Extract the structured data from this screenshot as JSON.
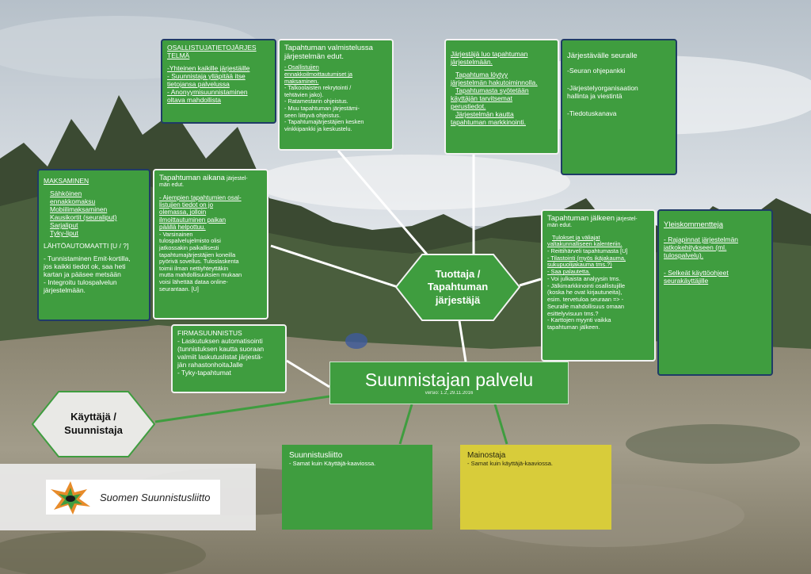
{
  "main": {
    "title": "Suunnistajan palvelu",
    "version": "versio: 1.2, 29.11.2016"
  },
  "hex_producer": {
    "lines": [
      "Tuottaja /",
      "Tapahtuman",
      "järjestäjä"
    ]
  },
  "hex_user": {
    "lines": [
      "Käyttäjä /",
      "Suunnistaja"
    ]
  },
  "osallistuja": {
    "title_lines": [
      "OSALLISTUJATIETOJÄRJES",
      "TELMÄ"
    ],
    "items": [
      "-Yhteinen kaikille järjestäille",
      "- Suunnistaja ylläpitää itse",
      "tietojansa palvelussa",
      "- Anonyymisuunnistaminen",
      "oltava mahdollista"
    ]
  },
  "valmistelu": {
    "title_lines": [
      "Tapahtuman valmistelussa",
      "järjestelmän edut."
    ],
    "items": [
      "- Osallistujien",
      "ennakkoilmoittautumiset ja",
      "maksaminen.",
      "- Talkoolaisten rekrytointi /",
      "tehtävien jako).",
      "- Ratamestarin ohjeistus.",
      "- Muu tapahtuman järjestämi-",
      "seen liittyvä ohjeistus.",
      "- Tapahtumajärjestäjien kesken",
      "vinkkipankki ja keskustelu."
    ]
  },
  "luo": {
    "items": [
      "Järjestäjä luo tapahtuman",
      "järjestelmään.",
      "",
      "Tapahtuma löytyy",
      "järjestelmän hakutoiminnolla.",
      "Tapahtumasta syötetään",
      "käyttäjän tarvitsemat",
      "perustiedot.",
      "Järjestelmän kautta",
      "tapahtuman markkinointi."
    ]
  },
  "seuralle": {
    "title": "Järjestävälle seuralle",
    "items": [
      "-Seuran ohjepankki",
      "",
      "-Järjestelyorganisaation",
      "hallinta ja viestintä",
      "",
      "-Tiedotuskanava"
    ]
  },
  "maksaminen": {
    "title": "MAKSAMINEN",
    "items": [
      "Sähköinen",
      "ennakkomaksu",
      "Mobiilimaksaminen",
      "Kausikortit (seuraliput)",
      "Sarjaliput",
      "Tyky-liput"
    ],
    "title2": "LÄHTÖAUTOMAATTI [U / ?]",
    "items2": [
      "- Tunnistaminen Emit-kortilla,",
      "jos kaikki tiedot ok, saa heti",
      "kartan ja pääsee metsään",
      "- Integroitu tulospalvelun",
      "järjestelmään."
    ]
  },
  "aikana": {
    "title": "Tapahtuman aikana",
    "title_small": "järjestel-",
    "title_small2": "män edut.",
    "items_u": [
      "- Aiempien tapahtumien osal-",
      "listujien tiedot on jo",
      "olemassa, jolloin",
      "ilmoittautuminen paikan",
      "päällä helpottuu."
    ],
    "items": [
      "- Varsinainen",
      "tulospalvelujelmisto olisi",
      "jatkossakin paikallisesti",
      "tapahtumajärjestäjien koneilla",
      "pyörivä sovellus. Tuloslaskenta",
      "toimii ilman nettiyhteyttäkin",
      "mutta mahdollisuuksien mukaan",
      "voisi lähettää dataa online-",
      "seurantaan. [U]"
    ]
  },
  "jalkeen": {
    "title": "Tapahtuman jälkeen",
    "title_small": "järjestel-",
    "title_small2": "män edut.",
    "items": [
      "Tulokset  ja väliajat",
      "valtakunnalliseen kalenteriin.",
      "- Reittihärveli tapahtumasta [U]",
      "- Tilastointi (myös ikäjakauma,",
      "sukupuolijakauma tms.?)",
      "- Saa palautetta.",
      "- Voi julkaista analyysin tms.",
      "- Jälkimarkkinointi osallistujille",
      "(koska he ovat kirjautuneita),",
      "esim. tervetuloa seuraan => -",
      "Seuralle mahdollisuus omaan",
      "esittelyvisuun tms.?",
      "- Karttojen myynti vaikka",
      "tapahtuman jälkeen."
    ]
  },
  "yleis": {
    "title": "Yleiskommentteja",
    "items": [
      "- Rajapinnat järjestelmän",
      "jatkokehitykseen (ml.",
      "tulospalvelu).",
      "",
      "- Selkeät käyttöohjeet",
      "seurakäyttäjille"
    ]
  },
  "firma": {
    "title": "FIRMASUUNNISTUS",
    "items": [
      "- Laskutuksen automatisointi",
      "(tunnistuksen kautta suoraan",
      "valmiit laskutuslistat järjestä-",
      "jän rahastonhoitaJalle",
      "- Tyky-tapahtumat"
    ]
  },
  "liitto": {
    "title": "Suunnistusliitto",
    "note": "- Samat kuin Käyttäjä-kaaviossa."
  },
  "mainostaja": {
    "title": "Mainostaja",
    "note": "- Samat kuin käyttäjä-kaaviossa."
  },
  "logo": {
    "text": "Suomen Suunnistusliitto"
  },
  "colors": {
    "box_green": "#3f9d3f",
    "border_navy": "#1f3b66",
    "yellow": "#d8cc3a",
    "hex_grey": "#e9e9e6"
  }
}
